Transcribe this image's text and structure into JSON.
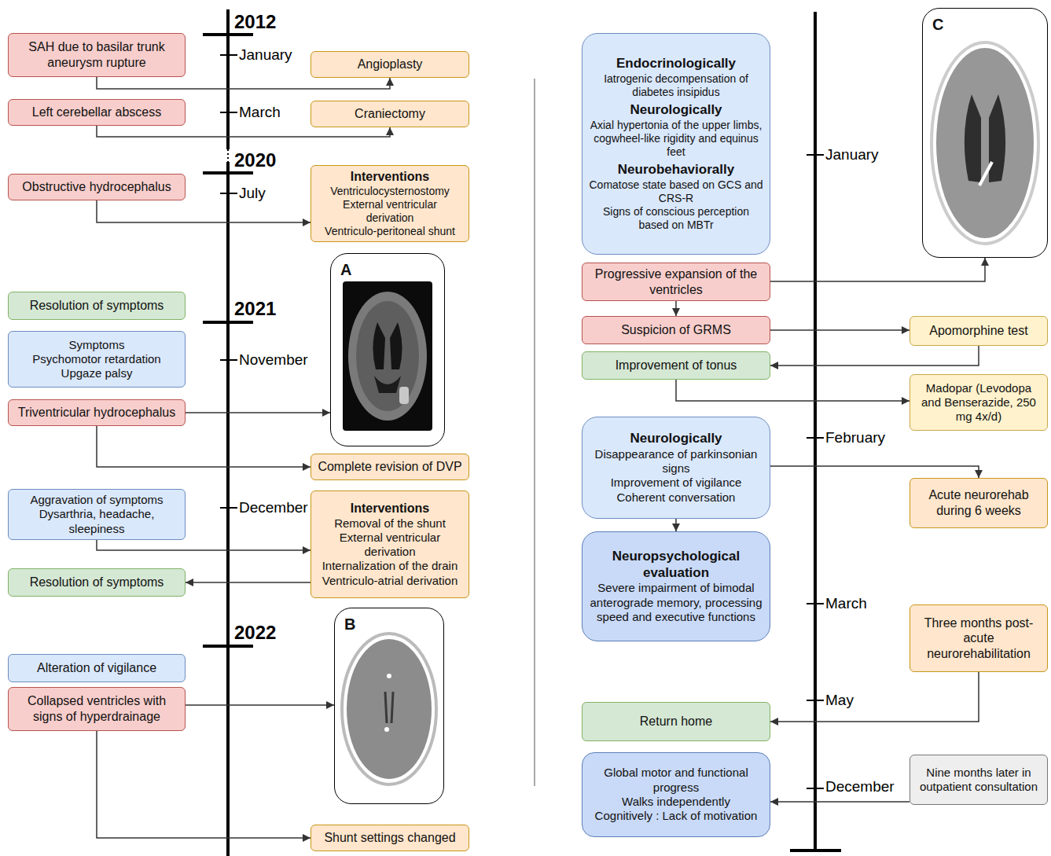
{
  "diagram": {
    "nodes": [
      {
        "text": [
          "SAH due to basilar trunk aneurysm rupture"
        ]
      },
      {
        "text": [
          "Angioplasty"
        ]
      },
      {
        "text": [
          "Left cerebellar abscess"
        ]
      },
      {
        "text": [
          "Craniectomy"
        ]
      },
      {
        "text": [
          "Obstructive hydrocephalus"
        ]
      },
      {
        "text": [
          "Interventions",
          "Ventriculocysternostomy",
          "External ventricular derivation",
          "Ventriculo-peritoneal shunt"
        ]
      },
      {
        "text": [
          "A"
        ]
      },
      {
        "text": [
          "Resolution of symptoms"
        ]
      },
      {
        "text": [
          "Symptoms",
          "Psychomotor retardation",
          "Upgaze palsy"
        ]
      },
      {
        "text": [
          "Triventricular hydrocephalus"
        ]
      },
      {
        "text": [
          "Complete revision of DVP"
        ]
      },
      {
        "text": [
          "Aggravation of symptoms",
          "Dysarthria, headache, sleepiness"
        ]
      },
      {
        "text": [
          "Interventions",
          "Removal of the shunt",
          "External ventricular derivation",
          "Internalization of the drain",
          "Ventriculo-atrial derivation"
        ]
      },
      {
        "text": [
          "Resolution of symptoms"
        ]
      },
      {
        "text": [
          "B"
        ]
      },
      {
        "text": [
          "Alteration of vigilance"
        ]
      },
      {
        "text": [
          "Collapsed ventricles with signs of hyperdrainage"
        ]
      },
      {
        "text": [
          "Shunt settings changed"
        ]
      },
      {
        "text": [
          "Endocrinologically",
          "Iatrogenic decompensation of diabetes insipidus",
          "Neurologically",
          "Axial hypertonia of the upper limbs, cogwheel-like rigidity and equinus feet",
          "Neurobehaviorally",
          "Comatose state based on GCS and CRS-R",
          "Signs of conscious perception based on MBTr"
        ]
      },
      {
        "text": [
          "C"
        ]
      },
      {
        "text": [
          "Progressive expansion of the ventricles"
        ]
      },
      {
        "text": [
          "Suspicion of GRMS"
        ]
      },
      {
        "text": [
          "Apomorphine test"
        ]
      },
      {
        "text": [
          "Improvement of tonus"
        ]
      },
      {
        "text": [
          "Madopar (Levodopa and Benserazide, 250 mg 4x/d)"
        ]
      },
      {
        "text": [
          "Neurologically",
          "Disappearance of parkinsonian signs",
          "Improvement of vigilance",
          "Coherent conversation"
        ]
      },
      {
        "text": [
          "Acute neurorehab during 6 weeks"
        ]
      },
      {
        "text": [
          "Neuropsychological evaluation",
          "Severe impairment of bimodal anterograde memory, processing speed and executive functions"
        ]
      },
      {
        "text": [
          "Three months post-acute neurorehabilitation"
        ]
      },
      {
        "text": [
          "Return home"
        ]
      },
      {
        "text": [
          "Global motor and functional progress",
          "Walks independently",
          "Cognitively : Lack of motivation"
        ]
      },
      {
        "text": [
          "Nine months later in outpatient consultation"
        ]
      }
    ],
    "edges": [
      {
        "from": 0,
        "to": 1,
        "arrow": "to"
      },
      {
        "from": 2,
        "to": 3,
        "arrow": "to"
      },
      {
        "from": 4,
        "to": 5,
        "arrow": "to"
      },
      {
        "from": 9,
        "to": 6,
        "arrow": "to"
      },
      {
        "from": 9,
        "to": 10,
        "arrow": "to"
      },
      {
        "from": 11,
        "to": 12,
        "arrow": "to"
      },
      {
        "from": 12,
        "to": 13,
        "arrow": "to"
      },
      {
        "from": 16,
        "to": 14,
        "arrow": "to"
      },
      {
        "from": 16,
        "to": 17,
        "arrow": "to"
      },
      {
        "from": 20,
        "to": 21,
        "arrow": "to"
      },
      {
        "from": 20,
        "to": 19,
        "arrow": "to"
      },
      {
        "from": 21,
        "to": 22,
        "arrow": "to"
      },
      {
        "from": 22,
        "to": 23,
        "arrow": "to"
      },
      {
        "from": 23,
        "to": 24,
        "arrow": "to"
      },
      {
        "from": 25,
        "to": 26,
        "arrow": "to"
      },
      {
        "from": 25,
        "to": 27,
        "arrow": "to"
      },
      {
        "from": 28,
        "to": 29,
        "arrow": "to"
      },
      {
        "from": 31,
        "to": 30,
        "arrow": "to"
      }
    ],
    "labels": [
      "2012",
      "January",
      "March",
      "2020",
      "July",
      "2021",
      "November",
      "December",
      "2022",
      "January",
      "February",
      "March",
      "May",
      "December"
    ]
  }
}
